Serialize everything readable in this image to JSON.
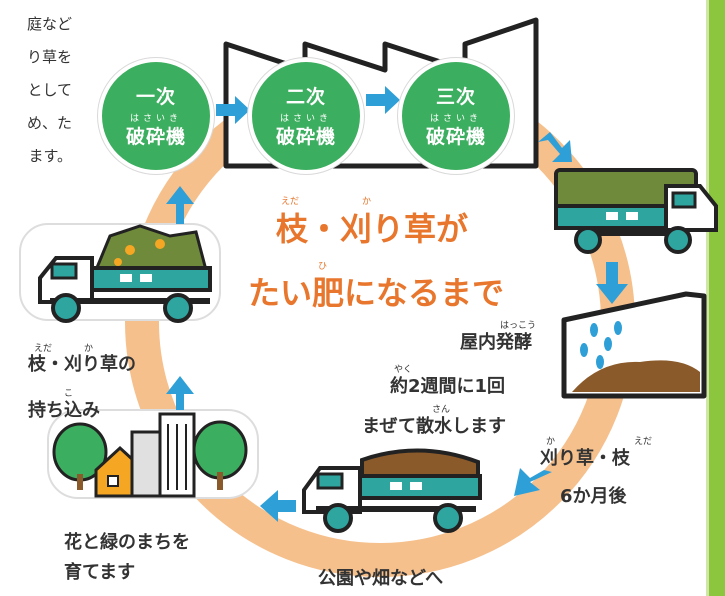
{
  "side_text": [
    "庭など",
    "り草を",
    "として",
    "め、た",
    "ます。"
  ],
  "crushers": [
    {
      "label": "一次",
      "ruby": "はさいき",
      "main": "破砕機"
    },
    {
      "label": "二次",
      "ruby": "はさいき",
      "main": "破砕機"
    },
    {
      "label": "三次",
      "ruby": "はさいき",
      "main": "破砕機"
    }
  ],
  "title": {
    "line1": "枝・刈り草が",
    "line2": "たい肥になるまで",
    "ruby_eda": "えだ",
    "ruby_ka": "か",
    "ruby_hi": "ひ"
  },
  "steps": {
    "bring_in": {
      "line1": "枝・刈り草の",
      "line2": "持ち込み",
      "ruby_eda": "えだ",
      "ruby_ka": "か",
      "ruby_ko": "こ"
    },
    "ferment": {
      "line1": "屋内発酵",
      "line2": "約2週間に1回",
      "line3": "まぜて散水します",
      "ruby_hakkou": "はっこう",
      "ruby_yaku": "やく",
      "ruby_san": "さん"
    },
    "six_months": {
      "line1": "刈り草・枝",
      "line2": "6か月後",
      "ruby_ka": "か",
      "ruby_eda": "えだ"
    },
    "parks": {
      "line1": "公園や畑などへ"
    },
    "town": {
      "line1": "花と緑のまちを",
      "line2": "育てます"
    }
  },
  "colors": {
    "circle": "#f6c08d",
    "arrow": "#2f9fd8",
    "crusher": "#3cae5f",
    "title": "#e8762c",
    "truck_body": "#2fa5a0",
    "truck_cab": "#ffffff",
    "compost": "#8a5a2b",
    "green_chip": "#6f8a3a",
    "green_bar": "#8cc63f"
  }
}
